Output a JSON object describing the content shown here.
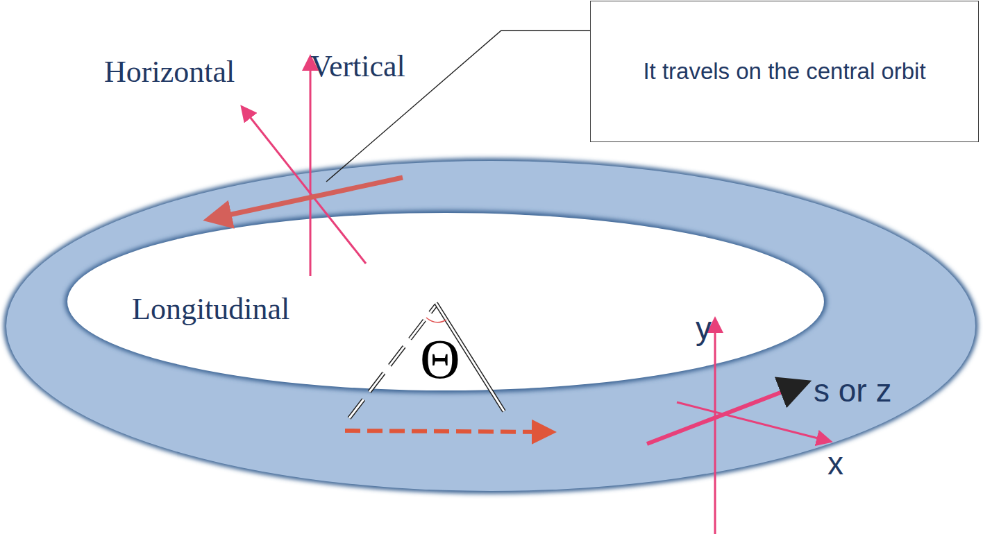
{
  "diagram": {
    "nodes": [
      {
        "text": [
          "It travels on the central orbit"
        ]
      }
    ],
    "labels": [
      "Vertical",
      "Horizontal",
      "Longitudinal",
      "Θ",
      "y",
      "s or z",
      "x"
    ]
  }
}
